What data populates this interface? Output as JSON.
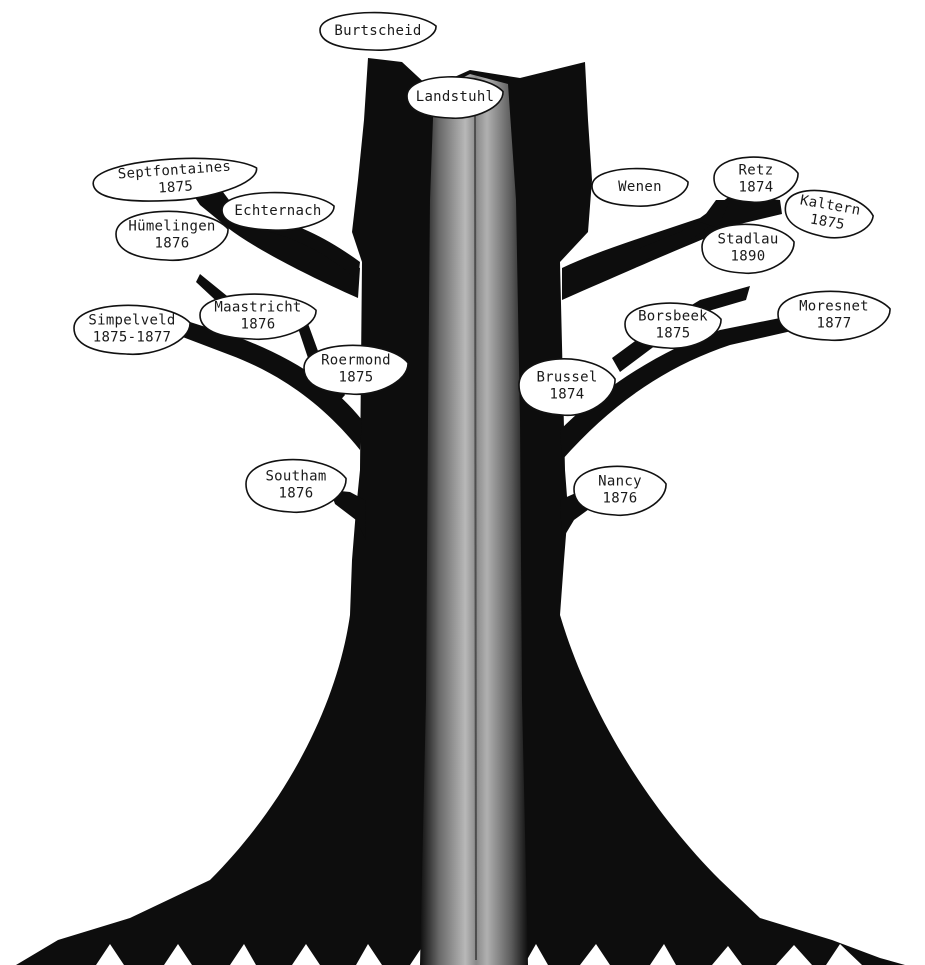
{
  "tree": {
    "trunk_color": "#0d0d0d",
    "heartwood_color": "#9a9a9a",
    "leaves": [
      {
        "id": "burtscheid",
        "lines": [
          "Burtscheid"
        ]
      },
      {
        "id": "landstuhl",
        "lines": [
          "Landstuhl"
        ]
      },
      {
        "id": "septfontaines",
        "lines": [
          "Septfontaines",
          "1875"
        ]
      },
      {
        "id": "echternach",
        "lines": [
          "Echternach"
        ]
      },
      {
        "id": "humelingen",
        "lines": [
          "Hümelingen",
          "1876"
        ]
      },
      {
        "id": "wenen",
        "lines": [
          "Wenen"
        ]
      },
      {
        "id": "retz",
        "lines": [
          "Retz",
          "1874"
        ]
      },
      {
        "id": "kaltern",
        "lines": [
          "Kaltern",
          "1875"
        ]
      },
      {
        "id": "stadlau",
        "lines": [
          "Stadlau",
          "1890"
        ]
      },
      {
        "id": "simpelveld",
        "lines": [
          "Simpelveld",
          "1875-1877"
        ]
      },
      {
        "id": "maastricht",
        "lines": [
          "Maastricht",
          "1876"
        ]
      },
      {
        "id": "roermond",
        "lines": [
          "Roermond",
          "1875"
        ]
      },
      {
        "id": "borsbeek",
        "lines": [
          "Borsbeek",
          "1875"
        ]
      },
      {
        "id": "moresnet",
        "lines": [
          "Moresnet",
          "1877"
        ]
      },
      {
        "id": "brussel",
        "lines": [
          "Brussel",
          "1874"
        ]
      },
      {
        "id": "southam",
        "lines": [
          "Southam",
          "1876"
        ]
      },
      {
        "id": "nancy",
        "lines": [
          "Nancy",
          "1876"
        ]
      }
    ]
  }
}
